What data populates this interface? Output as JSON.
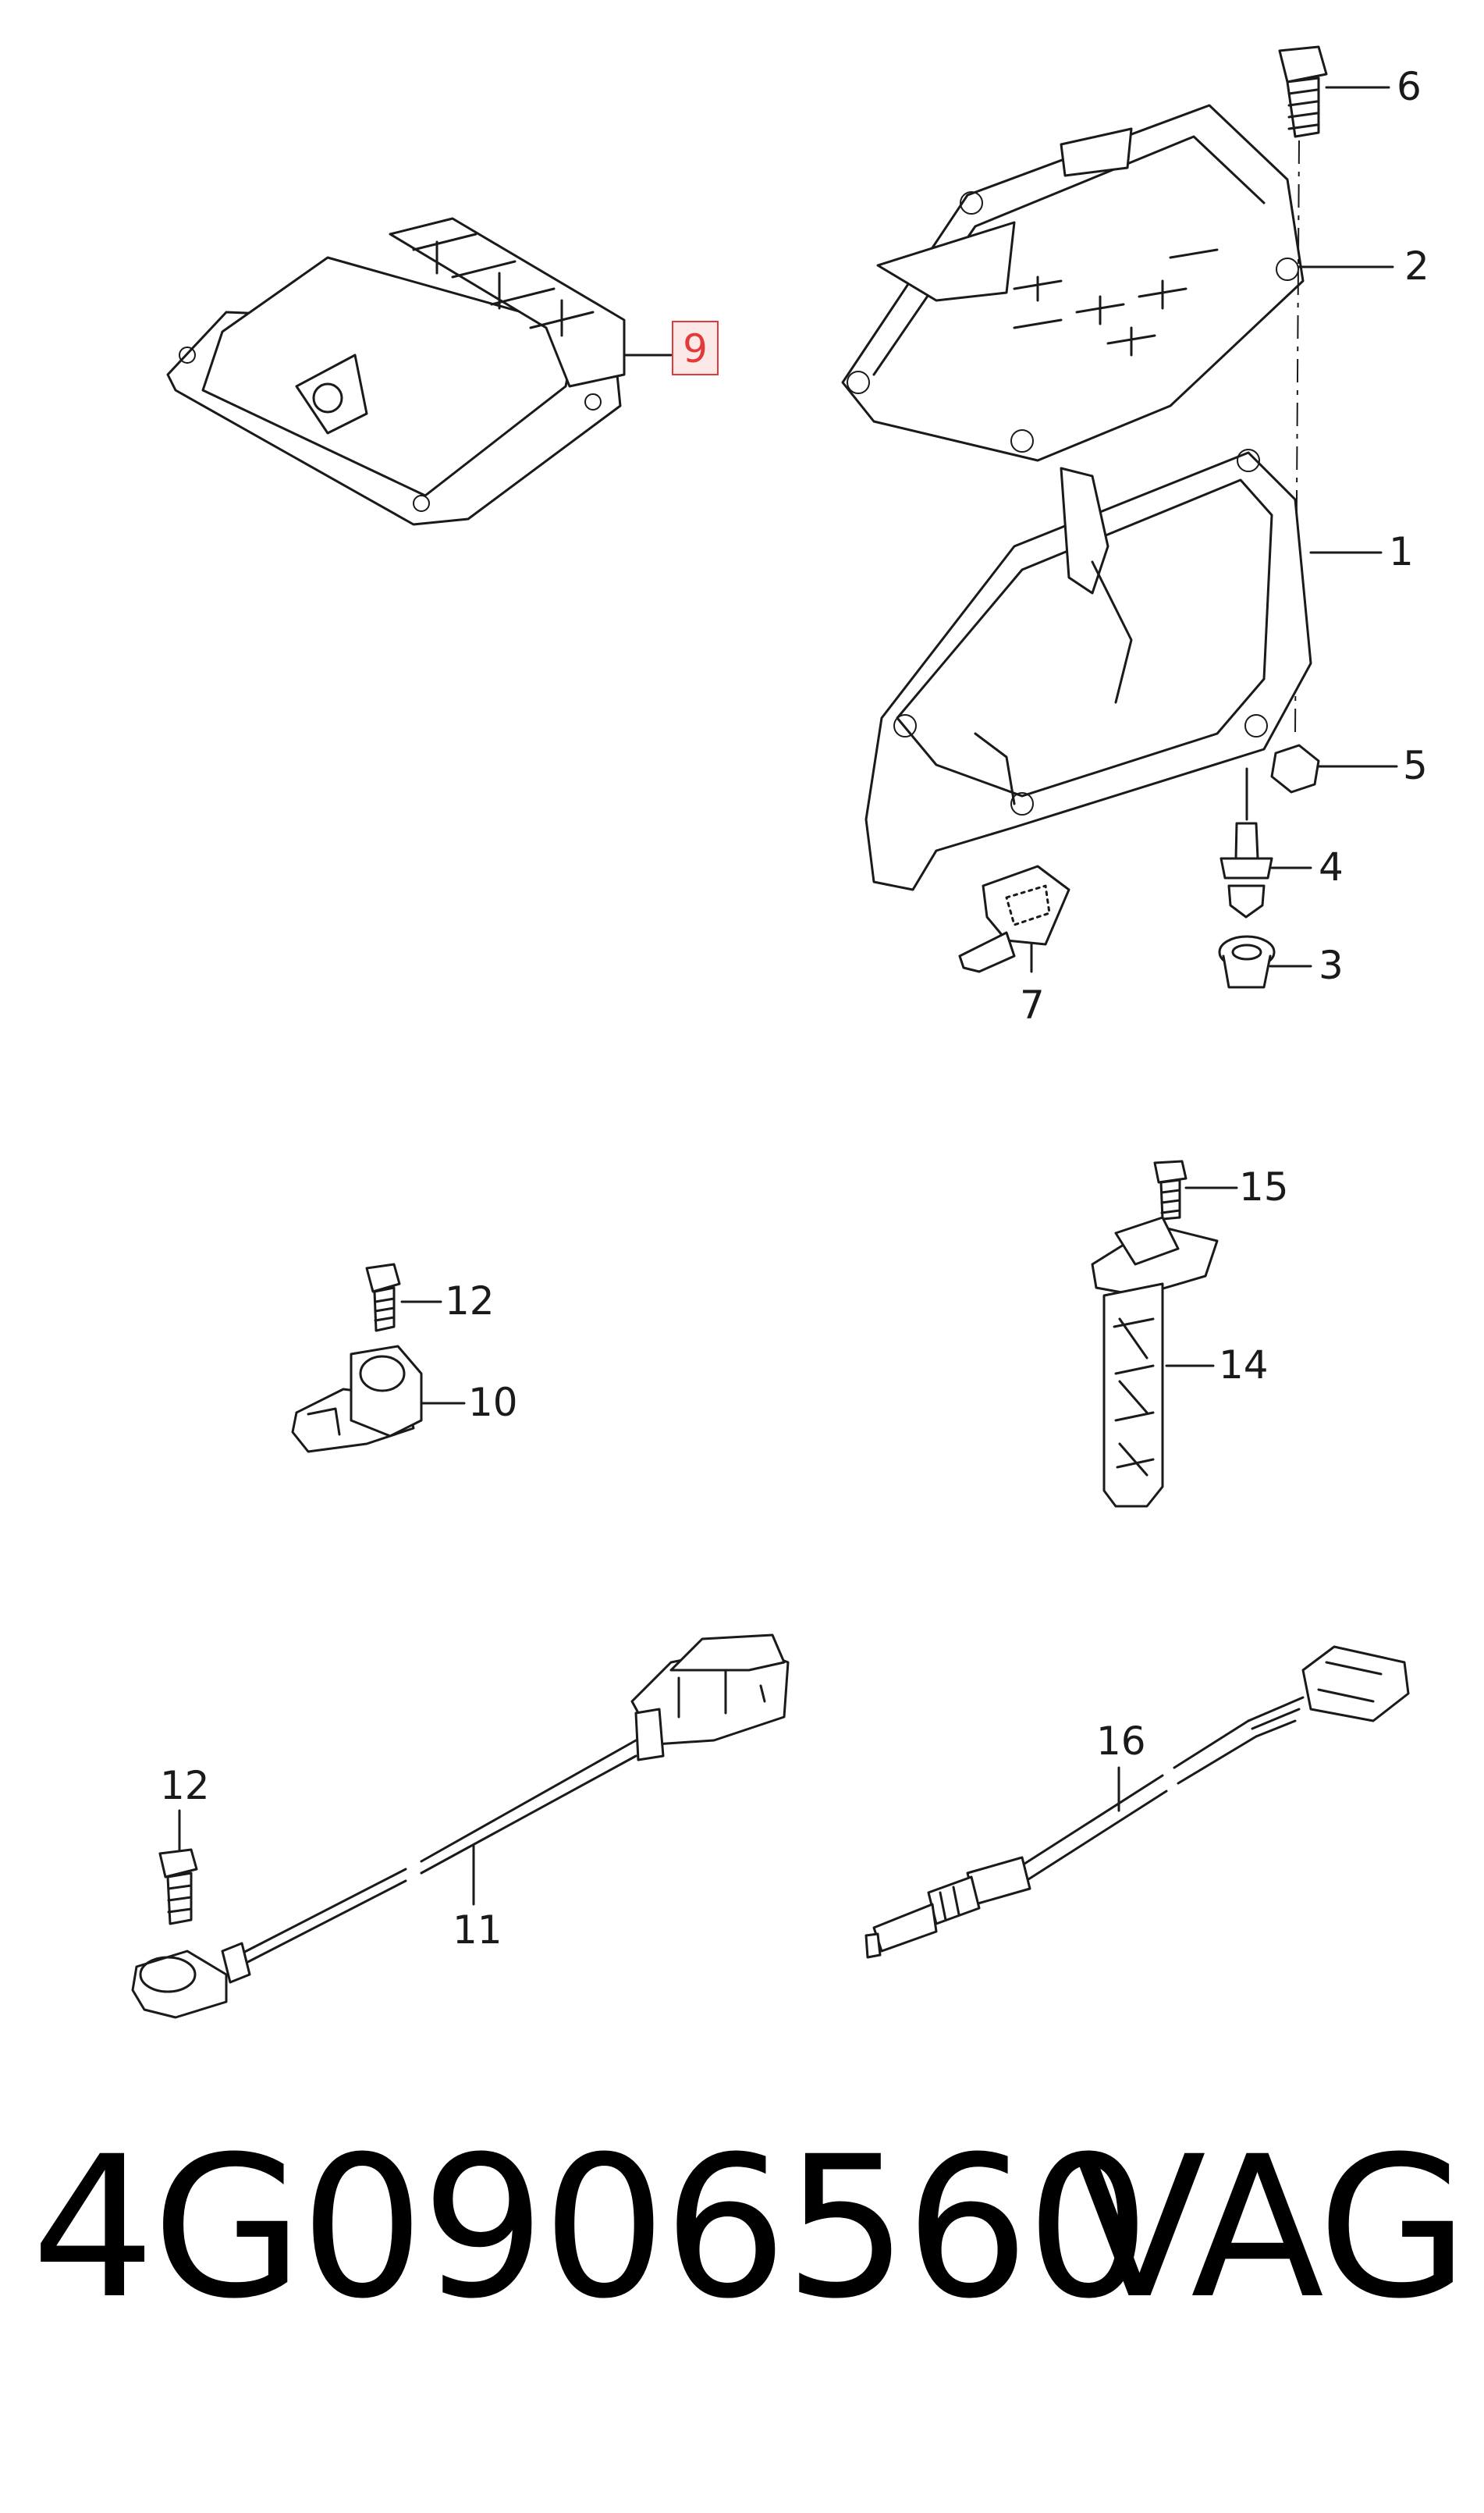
{
  "callouts": {
    "c1": "1",
    "c2": "2",
    "c3": "3",
    "c4": "4",
    "c5": "5",
    "c6": "6",
    "c7": "7",
    "c9": "9",
    "c10": "10",
    "c11": "11",
    "c12a": "12",
    "c12b": "12",
    "c14": "14",
    "c15": "15",
    "c16": "16"
  },
  "highlighted_callout": "9",
  "footer": {
    "part_number": "4G0906560",
    "brand": "VAG"
  },
  "colors": {
    "highlight": "#e23a3a",
    "highlight_bg": "#fde8e8",
    "line": "#1a1a1a"
  }
}
